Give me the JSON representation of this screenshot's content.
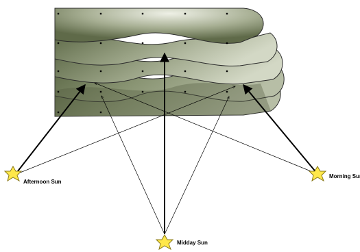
{
  "diagram": {
    "suns": [
      {
        "id": "afternoon",
        "label": "Afternoon Sun"
      },
      {
        "id": "morning",
        "label": "Morning Sun"
      },
      {
        "id": "midday",
        "label": "Midday Sun"
      }
    ],
    "colors": {
      "terrain_dark": "#5f6a49",
      "terrain_light": "#e4e7d8",
      "terrain_stroke": "#2c2c2c",
      "sun_fill": "#ffe84a",
      "sun_stroke": "#8a7a1a",
      "ray": "#000000"
    }
  }
}
